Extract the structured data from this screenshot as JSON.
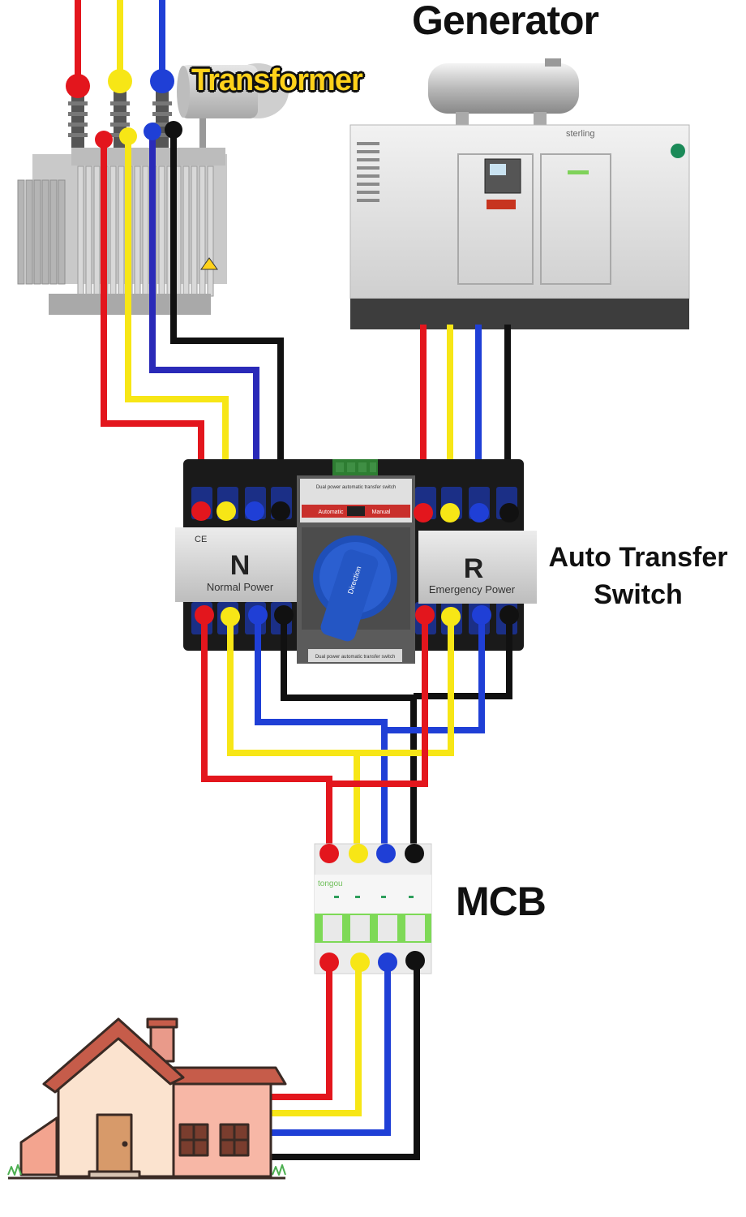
{
  "labels": {
    "generator": "Generator",
    "transformer": "Transformer",
    "ats_line1": "Auto Transfer",
    "ats_line2": "Switch",
    "mcb": "MCB"
  },
  "ats": {
    "n_letter": "N",
    "n_caption": "Normal Power",
    "r_letter": "R",
    "r_caption": "Emergency Power",
    "ce_mark": "CE",
    "top_plate": "Dual power automatic transfer switch",
    "mode_auto": "Automatic",
    "mode_manual": "Manual",
    "knob_text": "Direction",
    "bottom_plate": "Dual power automatic transfer switch"
  },
  "generator": {
    "brand": "sterling"
  },
  "mcb": {
    "brand": "tongou"
  },
  "colors": {
    "red": "#e3161d",
    "yellow": "#f7e616",
    "blue": "#1f3fd6",
    "black": "#111111"
  }
}
